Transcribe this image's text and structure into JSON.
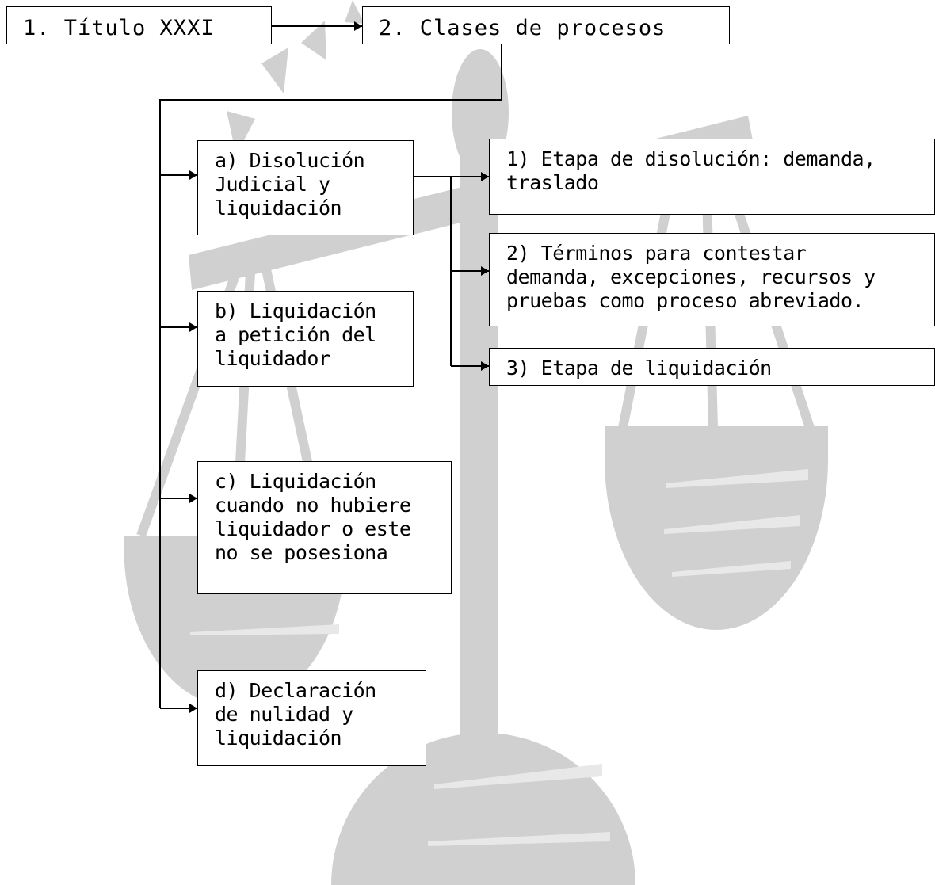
{
  "watermark": {
    "color": "#d0d0d0",
    "icon": "scales-of-justice-icon"
  },
  "diagram": {
    "title_box": "1. Título XXXI",
    "classes_box": "2. Clases de procesos",
    "branches": {
      "a": "a) Disolución\nJudicial y\nliquidación",
      "b": "b) Liquidación\na petición del\nliquidador",
      "c": "c) Liquidación\ncuando no hubiere\nliquidador o este\nno se posesiona",
      "d": "d) Declaración\nde nulidad y\nliquidación"
    },
    "stages": {
      "s1": "1) Etapa de disolución: demanda,\ntraslado",
      "s2": "2) Términos para contestar\ndemanda, excepciones, recursos y\npruebas como proceso abreviado.",
      "s3": "3) Etapa de liquidación"
    }
  }
}
